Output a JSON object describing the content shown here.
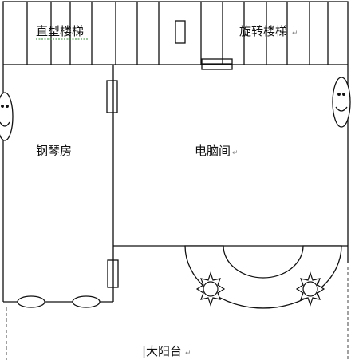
{
  "plan": {
    "labels": {
      "straight_stairs": "直型楼梯",
      "spiral_stairs": "旋转楼梯",
      "piano_room": "钢琴房",
      "computer_room": "电脑间",
      "balcony": "大阳台"
    },
    "return_mark": "↵",
    "cursor_mark": "|"
  },
  "colors": {
    "line": "#111111",
    "spellcheck_underline": "#3a8a3a"
  },
  "icons": {
    "smiley_left": "smiley-face-icon",
    "smiley_right": "smiley-face-icon",
    "sun_left": "sun-icon",
    "sun_right": "sun-icon",
    "cushion_left": "oval-cushion-icon",
    "cushion_right": "oval-cushion-icon"
  }
}
